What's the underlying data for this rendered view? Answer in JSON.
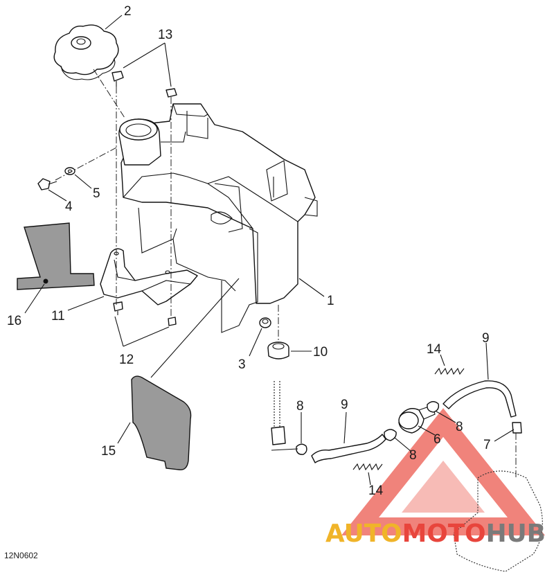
{
  "diagram": {
    "reference_code": "12N0602",
    "callouts": {
      "c1": "1",
      "c2": "2",
      "c3": "3",
      "c4": "4",
      "c5": "5",
      "c6": "6",
      "c7": "7",
      "c8a": "8",
      "c8b": "8",
      "c8c": "8",
      "c9a": "9",
      "c9b": "9",
      "c10": "10",
      "c11": "11",
      "c12": "12",
      "c13": "13",
      "c14a": "14",
      "c14b": "14",
      "c15": "15",
      "c16": "16"
    }
  },
  "watermark": {
    "part1": "AUTO",
    "part2": "MOTO",
    "part3": "HUB",
    "colors": {
      "auto": "#f0b429",
      "moto": "#e8453c",
      "hub": "#7a7a7a",
      "triangle": "#ec5a4f"
    }
  }
}
